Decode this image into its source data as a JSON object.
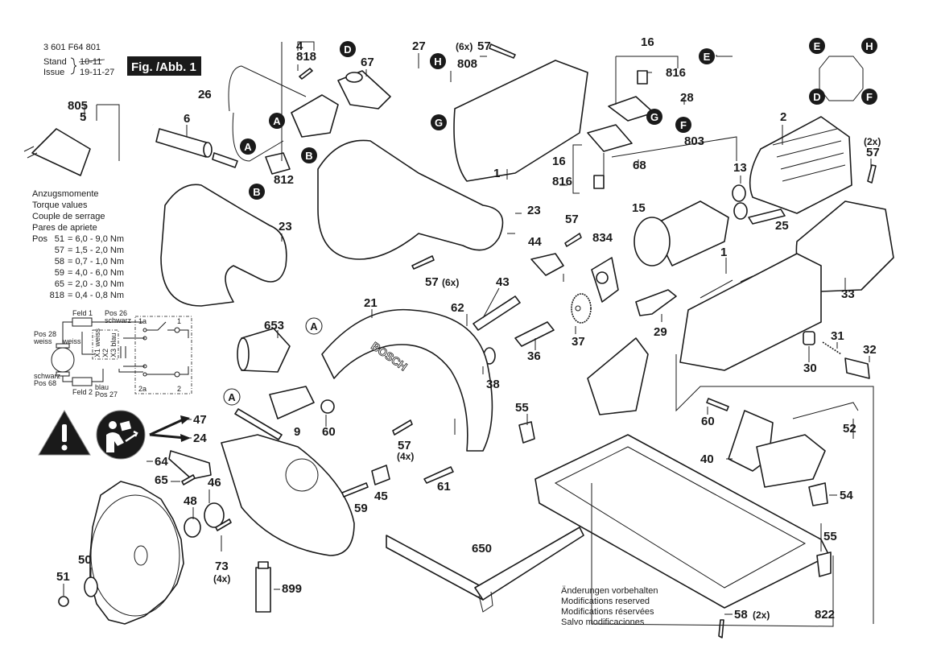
{
  "header": {
    "part_number": "3 601 F64 801",
    "stand_label": "Stand",
    "issue_label": "Issue",
    "stand_date_struck": "10-11",
    "issue_date": "19-11-27",
    "figure_label": "Fig. /Abb. 1"
  },
  "torque_table": {
    "titles": [
      "Anzugsmomente",
      "Torque values",
      "Couple de serrage",
      "Pares de apriete"
    ],
    "prefix": "Pos",
    "rows": [
      {
        "pos": "51",
        "value": "= 6,0 - 9,0 Nm"
      },
      {
        "pos": "57",
        "value": "= 1,5 - 2,0 Nm"
      },
      {
        "pos": "58",
        "value": "= 0,7 - 1,0 Nm"
      },
      {
        "pos": "59",
        "value": "= 4,0 - 6,0 Nm"
      },
      {
        "pos": "65",
        "value": "= 2,0 - 3,0 Nm"
      },
      {
        "pos": "818",
        "value": "= 0,4 - 0,8 Nm"
      }
    ]
  },
  "wiring": {
    "feld1": "Feld 1",
    "feld2": "Feld 2",
    "pos26": "Pos 26",
    "schwarz_top": "schwarz",
    "pos28": "Pos 28",
    "weiss_left": "weiss",
    "weiss_inner": "weiss",
    "schwarz_bottom": "schwarz",
    "pos68": "Pos 68",
    "blau_bottom": "blau",
    "pos27": "Pos 27",
    "x1": "X1 weiss",
    "x2": "X2",
    "x3": "X3 blau",
    "t1a": "1a",
    "t1": "1",
    "t2a": "2a",
    "t2": "2"
  },
  "footer_note": [
    "Änderungen vorbehalten",
    "Modifications reserved",
    "Modifications réservées",
    "Salvo modificaciones"
  ],
  "brand_on_guard": "BOSCH",
  "callouts": {
    "A": "A",
    "B": "B",
    "D": "D",
    "E": "E",
    "F": "F",
    "G": "G",
    "H": "H"
  },
  "parts": {
    "p1": "1",
    "p1b": "1",
    "p2": "2",
    "p4": "4",
    "p5": "5",
    "p6": "6",
    "p9": "9",
    "p13": "13",
    "p15": "15",
    "p16a": "16",
    "p16b": "16",
    "p21": "21",
    "p23a": "23",
    "p23b": "23",
    "p24": "24",
    "p25": "25",
    "p26": "26",
    "p27": "27",
    "p28": "28",
    "p29": "29",
    "p30": "30",
    "p31": "31",
    "p32": "32",
    "p33": "33",
    "p36": "36",
    "p37": "37",
    "p38": "38",
    "p40": "40",
    "p43": "43",
    "p44": "44",
    "p45": "45",
    "p46": "46",
    "p47": "47",
    "p48": "48",
    "p50": "50",
    "p51": "51",
    "p52": "52",
    "p54": "54",
    "p55a": "55",
    "p55b": "55",
    "p57a": "57",
    "p57a_qty": "(6x)",
    "p57b": "57",
    "p57c": "57",
    "p57c_qty": "(6x)",
    "p57d": "57",
    "p57d_qty": "(4x)",
    "p57e": "57",
    "p57e_qty": "(2x)",
    "p58": "58",
    "p58_qty": "(2x)",
    "p59": "59",
    "p60a": "60",
    "p60b": "60",
    "p61": "61",
    "p62": "62",
    "p64": "64",
    "p65": "65",
    "p67": "67",
    "p68": "68",
    "p73": "73",
    "p73_qty": "(4x)",
    "p650": "650",
    "p653": "653",
    "p803": "803",
    "p805": "805",
    "p808": "808",
    "p812": "812",
    "p816a": "816",
    "p816b": "816",
    "p818": "818",
    "p822": "822",
    "p834": "834",
    "p899": "899"
  },
  "icons": {
    "warning": "warning-triangle-icon",
    "manual": "read-manual-icon"
  }
}
